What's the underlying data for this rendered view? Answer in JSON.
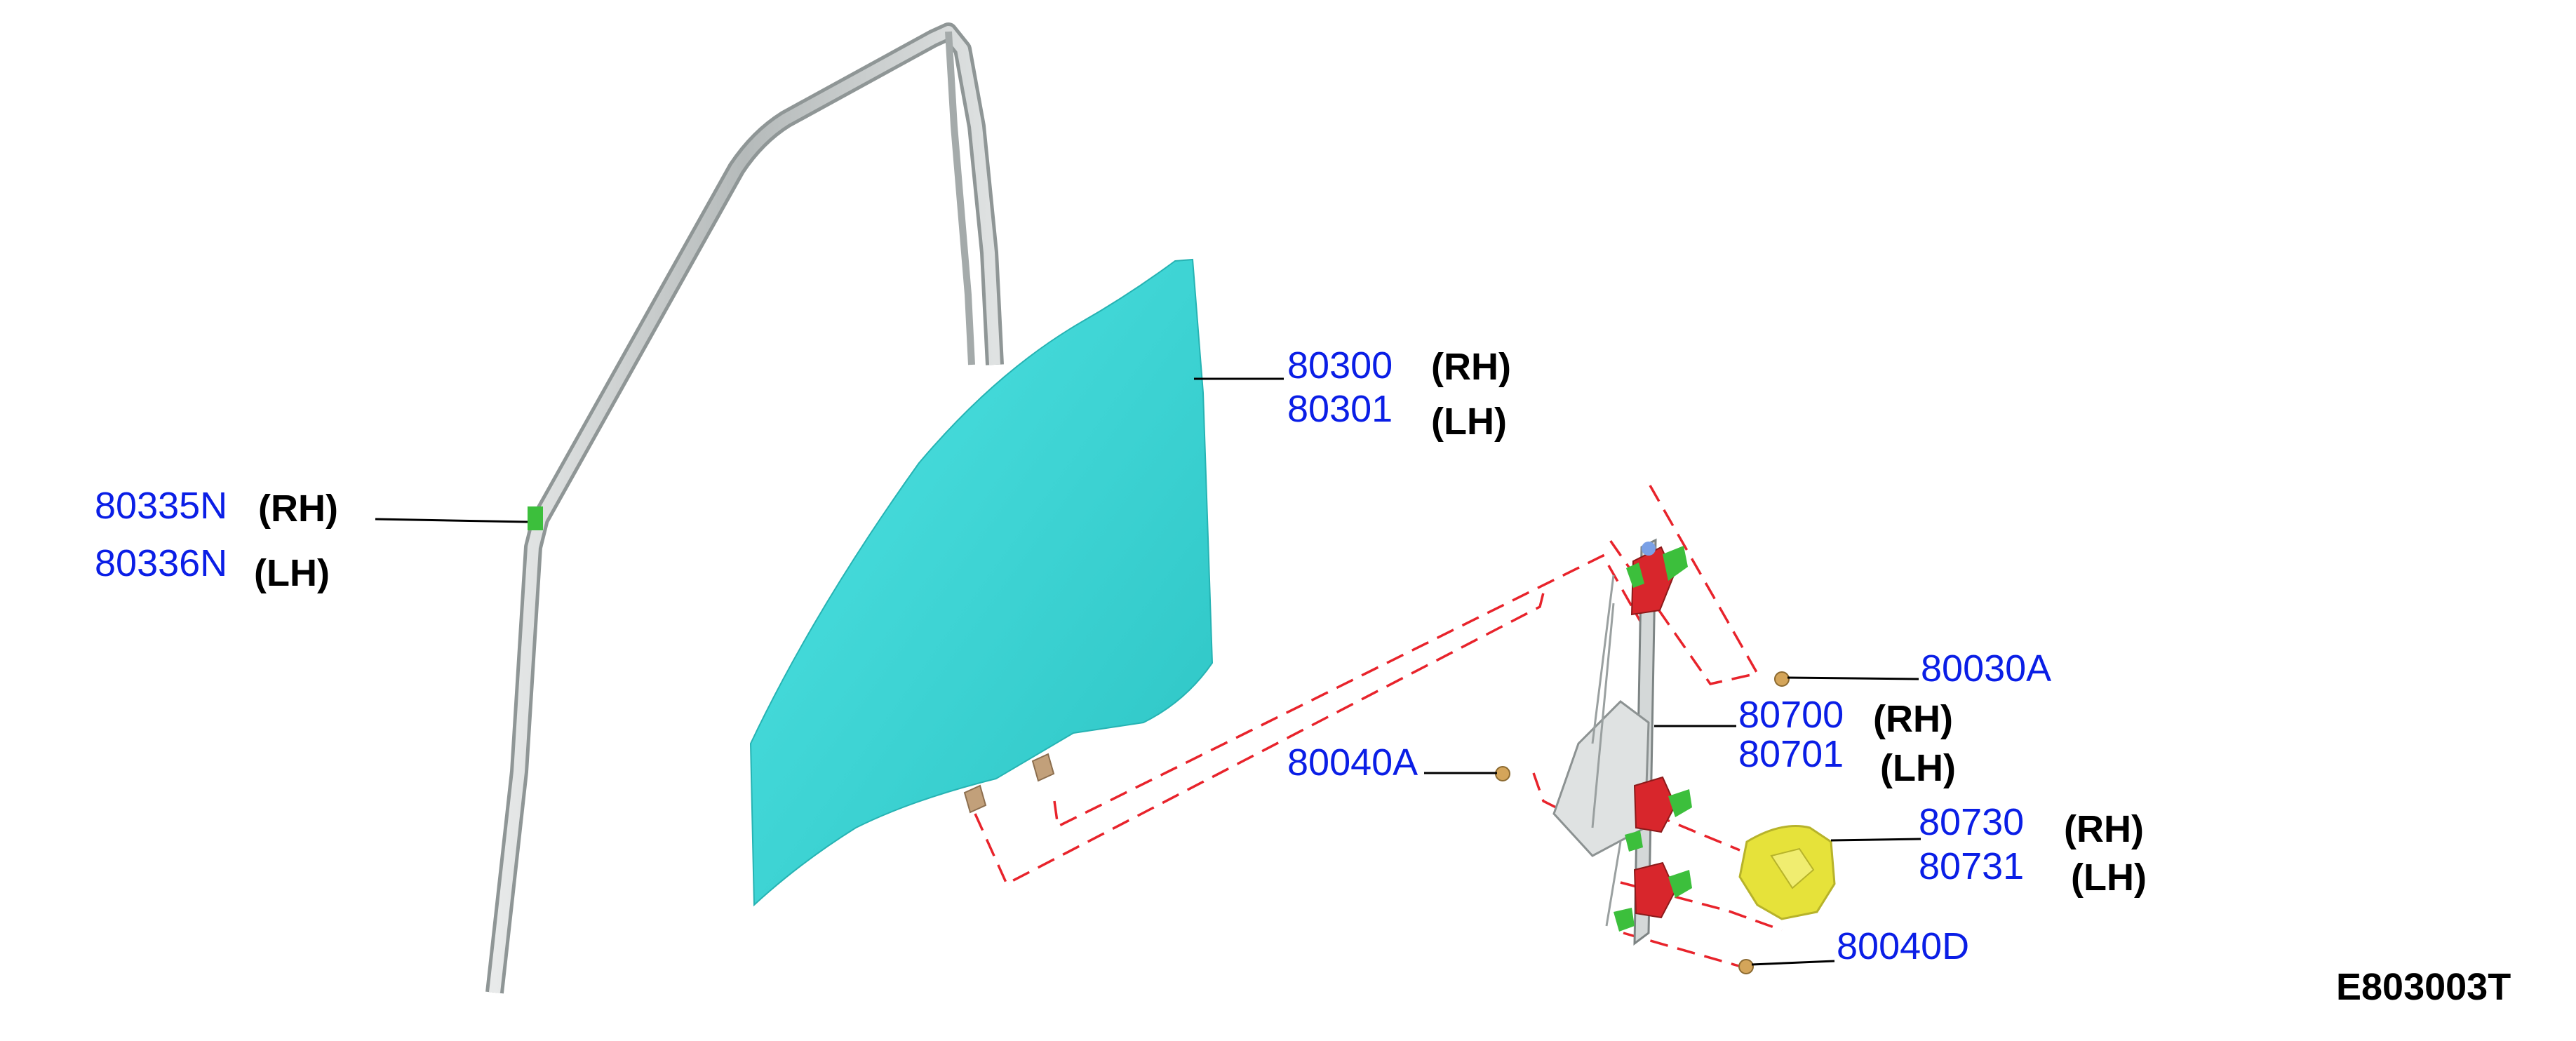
{
  "labels": {
    "glass_rh": "80300",
    "glass_lh": "80301",
    "glass_rh_side": "(RH)",
    "glass_lh_side": "(LH)",
    "run_rh": "80335N",
    "run_lh": "80336N",
    "run_rh_side": "(RH)",
    "run_lh_side": "(LH)",
    "bolt_upper": "80030A",
    "regulator_rh": "80700",
    "regulator_lh": "80701",
    "regulator_rh_side": "(RH)",
    "regulator_lh_side": "(LH)",
    "bolt_left": "80040A",
    "motor_rh": "80730",
    "motor_lh": "80731",
    "motor_rh_side": "(RH)",
    "motor_lh_side": "(LH)",
    "bolt_lower": "80040D",
    "figure_ref": "E803003T"
  },
  "colors": {
    "part_number": "#0a1ee6",
    "side_text": "#000000",
    "glass": "#3fd6d6",
    "frame": "#c9cdcd",
    "dashed": "#e8232b",
    "motor": "#e6e23a",
    "clip_red": "#d8262c",
    "clip_green": "#3cbf3c",
    "bolt": "#d4a55a"
  }
}
